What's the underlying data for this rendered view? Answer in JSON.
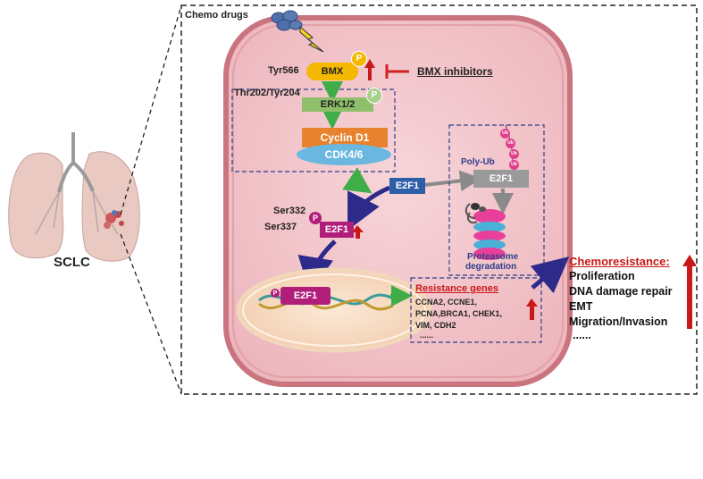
{
  "labels": {
    "chemo_drugs": "Chemo drugs",
    "tyr566": "Tyr566",
    "bmx": "BMX",
    "p": "P",
    "bmx_inhibitors": "BMX inhibitors",
    "thr202_tyr204": "Thr202/Tyr204",
    "erk": "ERK1/2",
    "cyclin_d1": "Cyclin D1",
    "cdk": "CDK4/6",
    "e2f1": "E2F1",
    "poly_ub": "Poly-Ub",
    "ub": "Ub",
    "ser332": "Ser332",
    "ser337": "Ser337",
    "proteasome_line1": "Proteasome",
    "proteasome_line2": "degradation",
    "resistance_genes": "Resistance genes",
    "genes_line1": "CCNA2, CCNE1,",
    "genes_line2": "PCNA,BRCA1, CHEK1,",
    "genes_line3": "VIM, CDH2",
    "genes_ellipsis": "......",
    "sclc": "SCLC",
    "chemoresistance": "Chemoresistance:",
    "outcomes": [
      "Proliferation",
      "DNA damage repair",
      "EMT",
      "Migration/Invasion",
      "......"
    ]
  },
  "colors": {
    "cell_fill": "#f2c7cc",
    "cell_border": "#c9747f",
    "bmx": "#f5b800",
    "erk": "#8fbf6a",
    "cyclin": "#e8822e",
    "cdk": "#6ab8e0",
    "e2f1_cyto": "#2e5ea8",
    "e2f1_phos": "#b01e7a",
    "e2f1_ub": "#9a9a9a",
    "inhibit_red": "#d22020",
    "arrow_navy": "#2e2a8a",
    "arrow_green": "#3fae49",
    "ub_pink": "#e0408a"
  },
  "icons": [
    "lightning-icon",
    "membrane-receptor-icon",
    "proteasome-icon",
    "dna-helix-icon",
    "lung-icon"
  ]
}
